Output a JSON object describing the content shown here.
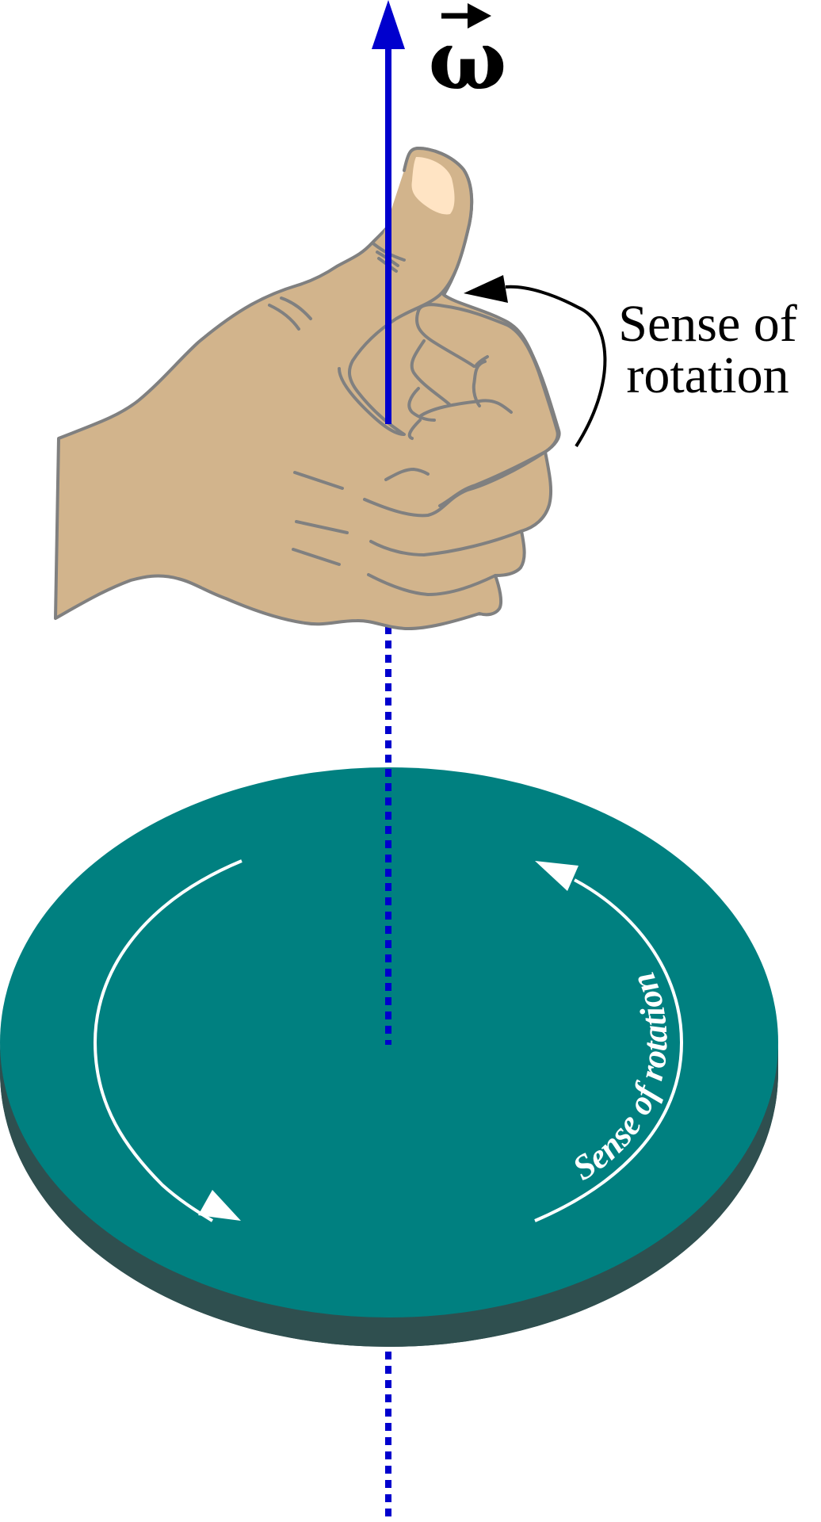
{
  "diagram": {
    "vector_symbol": "ω",
    "hand_label_line1": "Sense of",
    "hand_label_line2": "rotation",
    "disc_label": "Sense of rotation"
  },
  "colors": {
    "axis": "#0000cd",
    "disc_top": "#008080",
    "disc_side": "#2f4f4f",
    "skin": "#d2b48c",
    "skin_outline": "#808080",
    "nail": "#ffe4c4",
    "label": "#000000",
    "disc_arrow": "#ffffff"
  },
  "icons": {
    "hand": "thumbs-up-right-hand-icon",
    "omega_arrow": "vector-arrow-icon"
  }
}
